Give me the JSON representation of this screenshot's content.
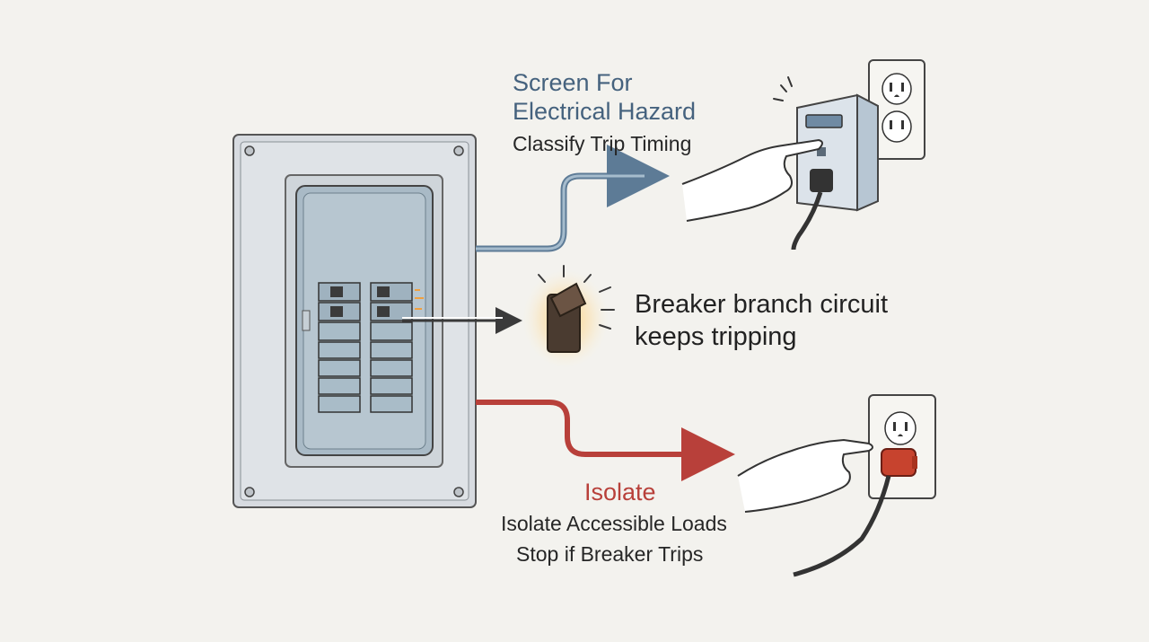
{
  "top_branch": {
    "title_line1": "Screen For",
    "title_line2": "Electrical Hazard",
    "subtitle": "Classify Trip Timing",
    "color": "#45627e"
  },
  "middle_branch": {
    "line1": "Breaker branch circuit",
    "line2": "keeps tripping",
    "glow_color": "#f5a623"
  },
  "bottom_branch": {
    "title": "Isolate",
    "line1": "Isolate Accessible Loads",
    "line2": "Stop if Breaker Trips",
    "color": "#b8403a"
  },
  "icons": {
    "panel": "breaker-panel-icon",
    "tester": "outlet-tester-icon",
    "breaker": "tripped-breaker-icon",
    "outlet": "wall-outlet-icon",
    "plug": "red-plug-icon"
  }
}
